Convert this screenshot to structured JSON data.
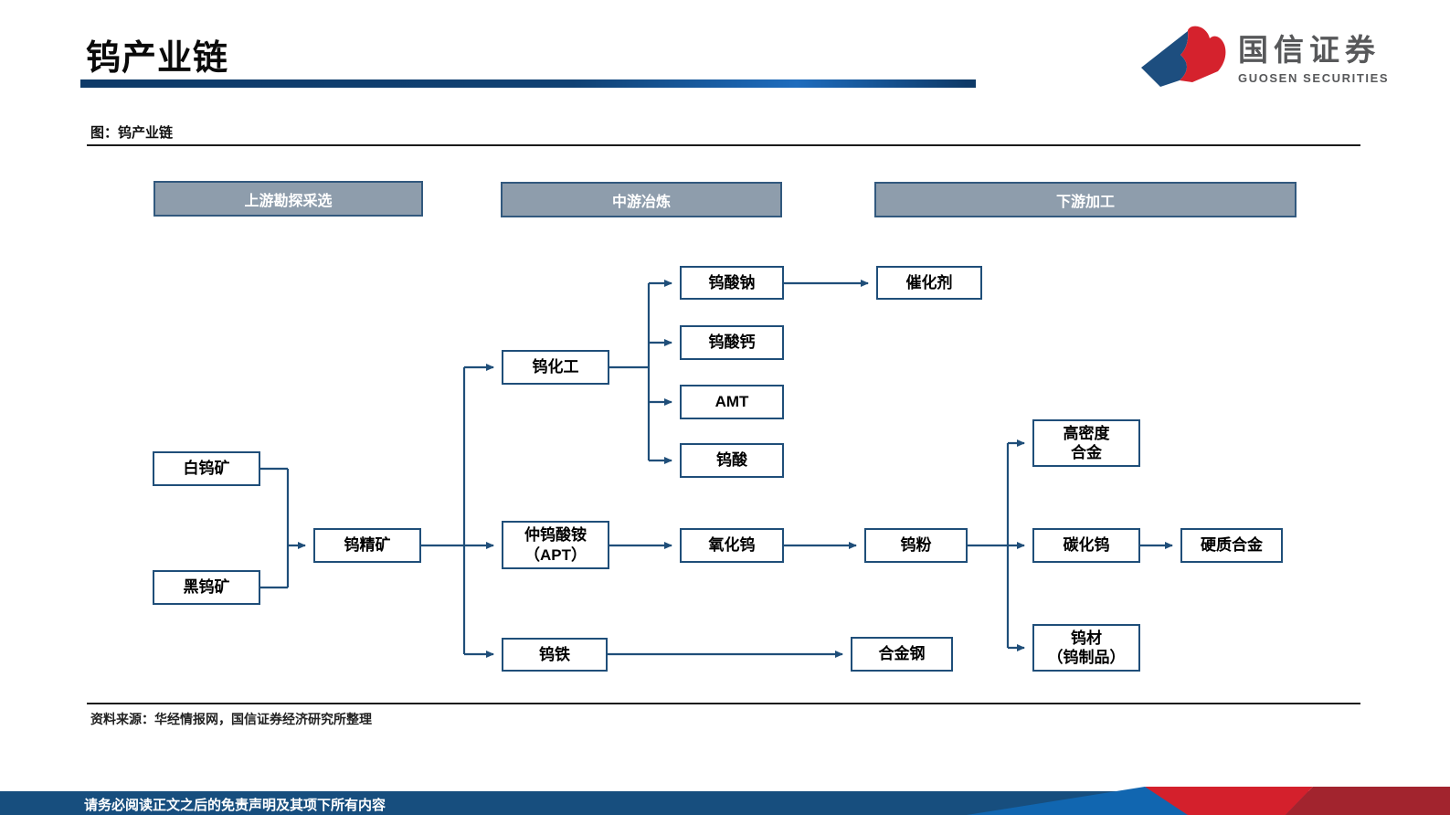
{
  "header": {
    "title": "钨产业链",
    "logo": {
      "brand_cn": "国信证券",
      "brand_en": "GUOSEN SECURITIES"
    }
  },
  "figure": {
    "caption": "图：钨产业链"
  },
  "diagram": {
    "stages": [
      {
        "label": "上游勘探采选"
      },
      {
        "label": "中游冶炼"
      },
      {
        "label": "下游加工"
      }
    ],
    "nodes": {
      "scheelite": "白钨矿",
      "wolframite": "黑钨矿",
      "concentrate": "钨精矿",
      "chem": "钨化工",
      "apt": "仲钨酸铵\n（APT）",
      "ferro": "钨铁",
      "sodium_tungstate": "钨酸钠",
      "calcium_tungstate": "钨酸钙",
      "amt": "AMT",
      "tungstic_acid": "钨酸",
      "oxide": "氧化钨",
      "catalyst": "催化剂",
      "powder": "钨粉",
      "alloy_steel": "合金钢",
      "high_density_alloy": "高密度\n合金",
      "carbide": "碳化钨",
      "material": "钨材\n（钨制品）",
      "cemented_carbide": "硬质合金"
    },
    "edges": [
      [
        "白钨矿",
        "钨精矿"
      ],
      [
        "黑钨矿",
        "钨精矿"
      ],
      [
        "钨精矿",
        "钨化工"
      ],
      [
        "钨精矿",
        "仲钨酸铵（APT）"
      ],
      [
        "钨精矿",
        "钨铁"
      ],
      [
        "钨化工",
        "钨酸钠"
      ],
      [
        "钨化工",
        "钨酸钙"
      ],
      [
        "钨化工",
        "AMT"
      ],
      [
        "钨化工",
        "钨酸"
      ],
      [
        "钨酸钠",
        "催化剂"
      ],
      [
        "仲钨酸铵（APT）",
        "氧化钨"
      ],
      [
        "氧化钨",
        "钨粉"
      ],
      [
        "钨粉",
        "高密度合金"
      ],
      [
        "钨粉",
        "碳化钨"
      ],
      [
        "钨粉",
        "钨材（钨制品）"
      ],
      [
        "碳化钨",
        "硬质合金"
      ],
      [
        "钨铁",
        "合金钢"
      ]
    ]
  },
  "source": {
    "text": "资料来源：华经情报网，国信证券经济研究所整理"
  },
  "footer": {
    "disclaimer": "请务必阅读正文之后的免责声明及其项下所有内容"
  },
  "colors": {
    "line_navy": "#1f4e79",
    "stage_fill": "#8e9dac",
    "title_rule_navy": "#0e3a68",
    "footer_bar": "#174e7e",
    "brand_blue": "#1166b0",
    "brand_red": "#d4202c",
    "brand_dark_red": "#a2242e"
  }
}
